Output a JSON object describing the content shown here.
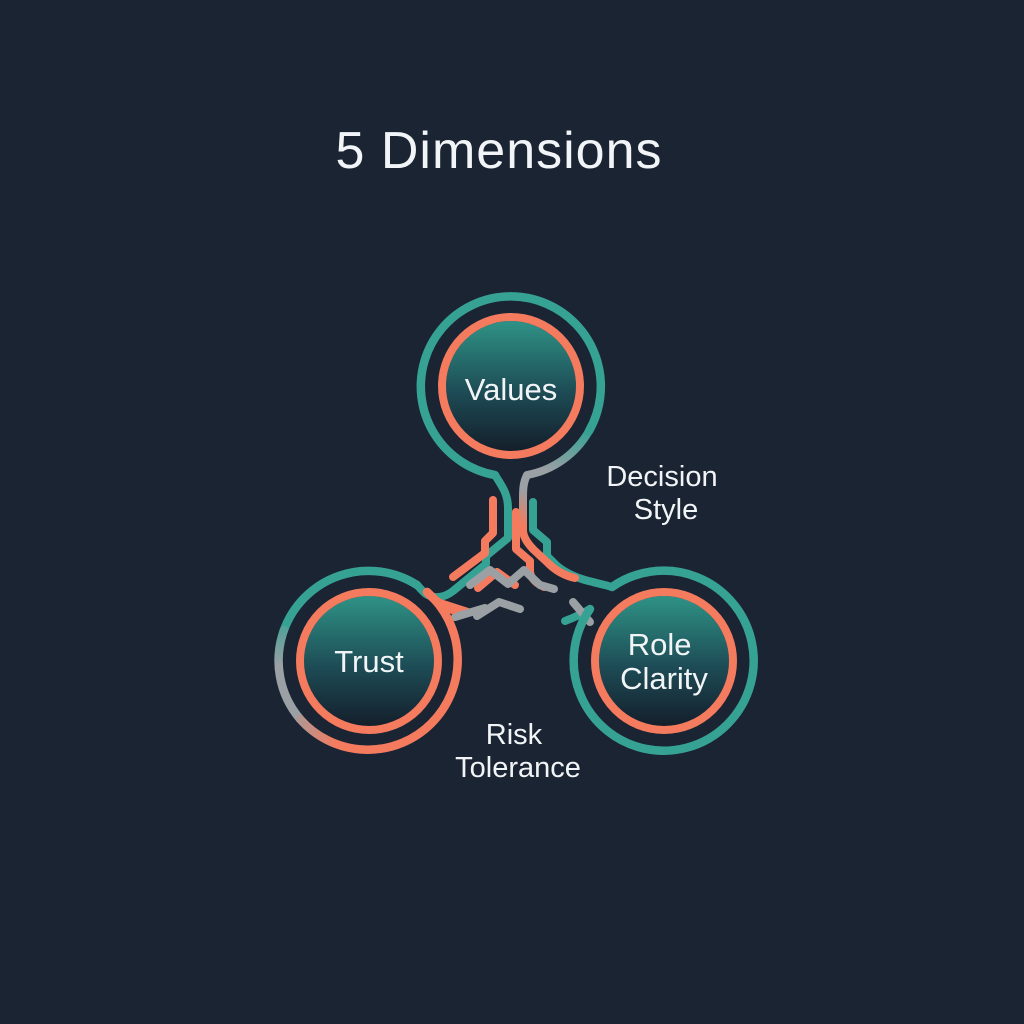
{
  "title": "5 Dimensions",
  "diagram": {
    "nodes": {
      "values": {
        "label": "Values"
      },
      "trust": {
        "label": "Trust"
      },
      "role_clarity": {
        "label_line1": "Role",
        "label_line2": "Clarity"
      }
    },
    "floating_labels": {
      "decision_style": {
        "line1": "Decision",
        "line2": "Style"
      },
      "risk_tolerance": {
        "line1": "Risk",
        "line2": "Tolerance"
      }
    },
    "colors": {
      "background": "#1B2433",
      "teal": "#36A294",
      "orange": "#F47B5E",
      "gray": "#9AA0A4",
      "text": "#F2F5F7",
      "node_fill_top": "#2F9386",
      "node_fill_bottom": "#141F2B"
    }
  }
}
